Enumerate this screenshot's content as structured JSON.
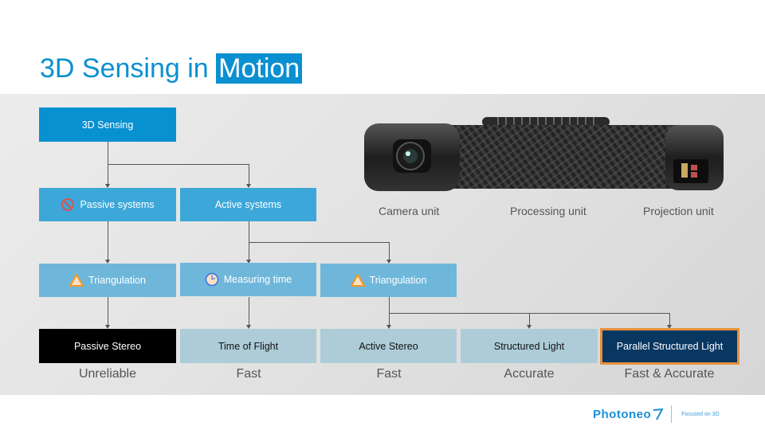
{
  "slide": {
    "title": {
      "prefix": "3D Sensing in",
      "highlight": "Motion"
    },
    "tree": {
      "root": {
        "label": "3D Sensing"
      },
      "level2": [
        {
          "label": "Passive systems",
          "icon": "prohibited-icon"
        },
        {
          "label": "Active systems"
        }
      ],
      "level3": [
        {
          "label": "Triangulation",
          "icon": "warning-triangle-icon"
        },
        {
          "label": "Measuring time",
          "icon": "clock-icon"
        },
        {
          "label": "Triangulation",
          "icon": "warning-triangle-icon"
        }
      ],
      "leaves": [
        {
          "label": "Passive Stereo",
          "rating": "Unreliable"
        },
        {
          "label": "Time of Flight",
          "rating": "Fast"
        },
        {
          "label": "Active Stereo",
          "rating": "Fast"
        },
        {
          "label": "Structured Light",
          "rating": "Accurate"
        },
        {
          "label": "Parallel Structured Light",
          "rating": "Fast & Accurate"
        }
      ]
    },
    "device": {
      "captions": [
        "Camera unit",
        "Processing unit",
        "Projection unit"
      ]
    },
    "footer": {
      "brand": "Photoneo",
      "tagline": "Focused on 3D"
    },
    "colors": {
      "accent": "#0a90d0",
      "highlight_border": "#e8913a",
      "highlight_fill": "#083762"
    }
  }
}
